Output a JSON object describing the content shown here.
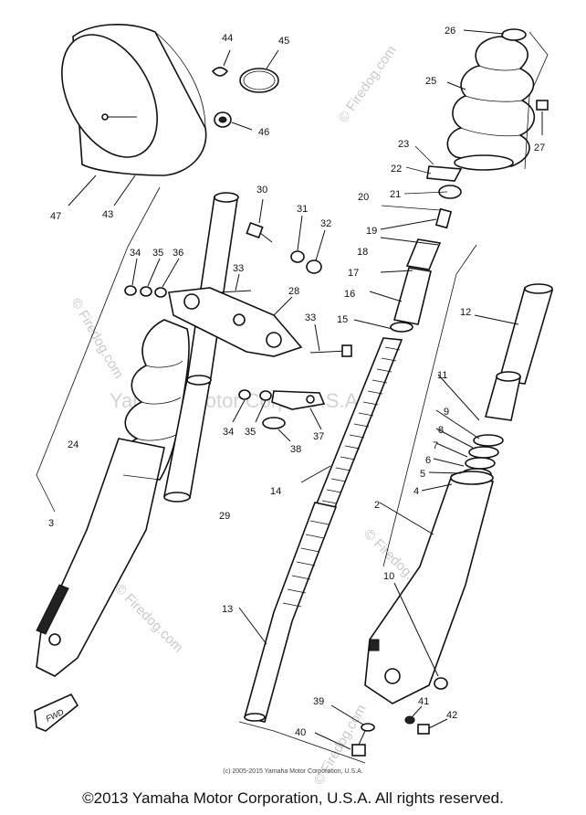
{
  "diagram": {
    "labels": [
      "44",
      "45",
      "46",
      "47",
      "43",
      "30",
      "31",
      "32",
      "34",
      "35",
      "36",
      "33",
      "28",
      "33",
      "24",
      "3",
      "29",
      "34",
      "35",
      "38",
      "37",
      "26",
      "25",
      "27",
      "23",
      "22",
      "20",
      "21",
      "19",
      "18",
      "17",
      "16",
      "15",
      "12",
      "11",
      "9",
      "8",
      "7",
      "6",
      "5",
      "4",
      "2",
      "14",
      "13",
      "10",
      "39",
      "40",
      "41",
      "42"
    ],
    "watermark": "Yamaha Motor Corp., U.S.A.",
    "watermark_small": "© Firedog.com",
    "fwd_mark": "FWD",
    "small_copyright": "(c) 2005-2015 Yamaha Motor Corporation, U.S.A.",
    "copyright": "©2013 Yamaha Motor Corporation, U.S.A. All rights reserved."
  }
}
